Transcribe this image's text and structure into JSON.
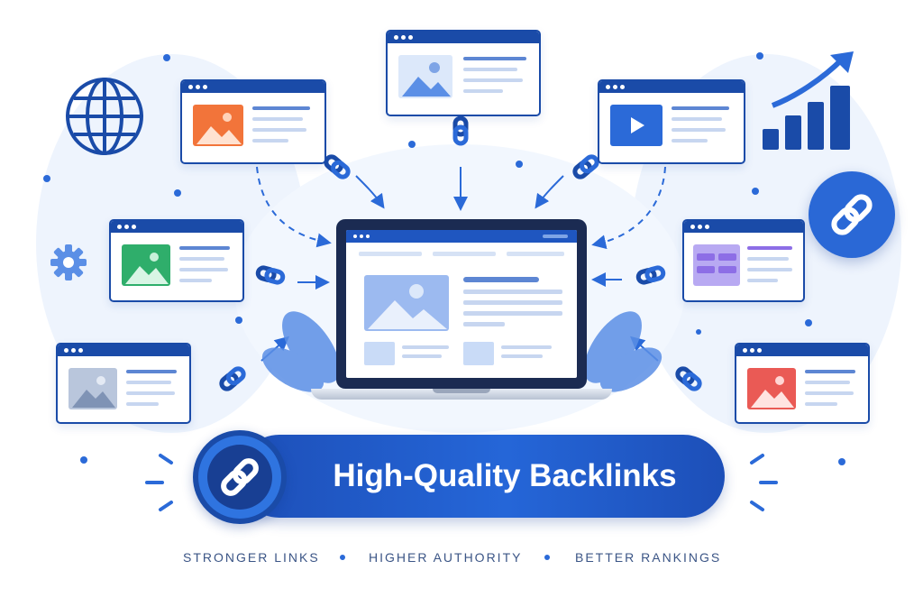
{
  "banner": {
    "title": "High-Quality Backlinks"
  },
  "tagline": {
    "items": [
      "STRONGER LINKS",
      "HIGHER AUTHORITY",
      "BETTER RANKINGS"
    ]
  },
  "icons": {
    "globe": "globe-icon",
    "growth_chart": "growth-chart-icon",
    "gear": "gear-icon",
    "chain_link": "chain-link-icon",
    "image": "image-icon",
    "play": "play-icon"
  },
  "colors": {
    "primary": "#1a4ba8",
    "accent": "#2b6ad8",
    "light": "#eef4fd",
    "orange": "#f2743a",
    "green": "#2fae6b",
    "purple": "#8d6ee6",
    "red": "#ea5a55"
  }
}
